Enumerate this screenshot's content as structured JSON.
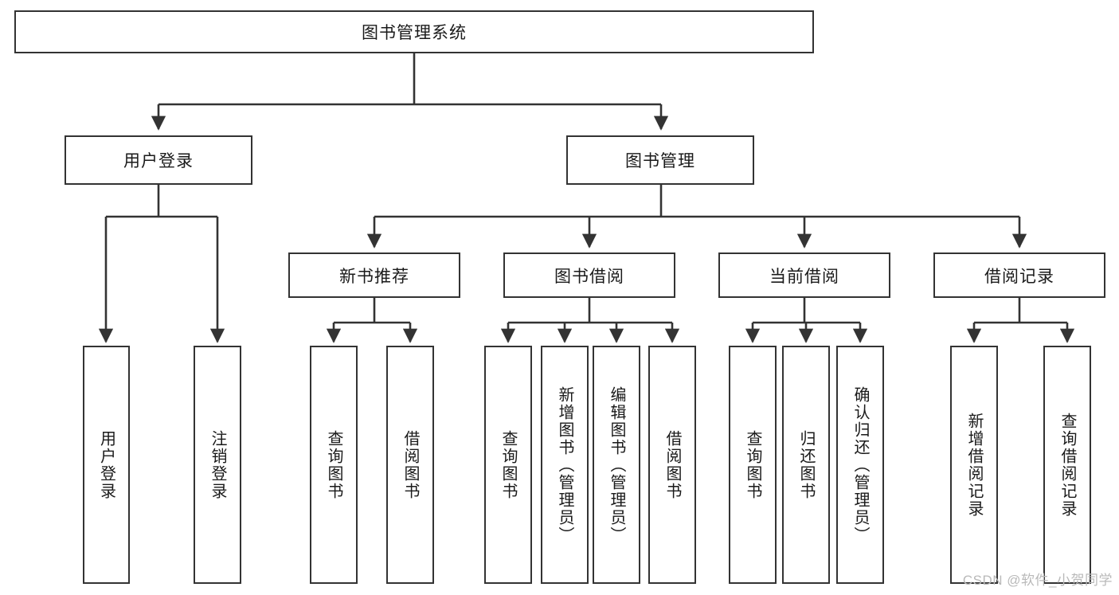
{
  "diagram": {
    "title": "图书管理系统",
    "type": "tree-hierarchy-diagram",
    "watermark": "CSDN @软件_小贺同学",
    "colors": {
      "box_border": "#333333",
      "box_fill": "#ffffff",
      "edge": "#333333",
      "text": "#1a1a1a",
      "watermark": "#b9b9b9"
    },
    "nodes": {
      "root": {
        "label": "图书管理系统",
        "orientation": "horizontal"
      },
      "level2": [
        {
          "id": "user-login",
          "label": "用户登录",
          "orientation": "horizontal"
        },
        {
          "id": "book-management",
          "label": "图书管理",
          "orientation": "horizontal"
        }
      ],
      "level3": [
        {
          "id": "new-book-recommend",
          "label": "新书推荐",
          "orientation": "horizontal"
        },
        {
          "id": "book-borrow",
          "label": "图书借阅",
          "orientation": "horizontal"
        },
        {
          "id": "current-borrow",
          "label": "当前借阅",
          "orientation": "horizontal"
        },
        {
          "id": "borrow-record",
          "label": "借阅记录",
          "orientation": "horizontal"
        }
      ],
      "leaves": [
        {
          "id": "leaf-user-login",
          "label": "用户登录",
          "parent": "user-login",
          "orientation": "vertical"
        },
        {
          "id": "leaf-logout-login",
          "label": "注销登录",
          "parent": "user-login",
          "orientation": "vertical"
        },
        {
          "id": "leaf-query-book-1",
          "label": "查询图书",
          "parent": "new-book-recommend",
          "orientation": "vertical"
        },
        {
          "id": "leaf-borrow-book-1",
          "label": "借阅图书",
          "parent": "new-book-recommend",
          "orientation": "vertical"
        },
        {
          "id": "leaf-query-book-2",
          "label": "查询图书",
          "parent": "book-borrow",
          "orientation": "vertical"
        },
        {
          "id": "leaf-add-book",
          "label": "新增图书（管理员）",
          "parent": "book-borrow",
          "orientation": "vertical"
        },
        {
          "id": "leaf-edit-book",
          "label": "编辑图书（管理员）",
          "parent": "book-borrow",
          "orientation": "vertical"
        },
        {
          "id": "leaf-borrow-book-2",
          "label": "借阅图书",
          "parent": "book-borrow",
          "orientation": "vertical"
        },
        {
          "id": "leaf-query-book-3",
          "label": "查询图书",
          "parent": "current-borrow",
          "orientation": "vertical"
        },
        {
          "id": "leaf-return-book",
          "label": "归还图书",
          "parent": "current-borrow",
          "orientation": "vertical"
        },
        {
          "id": "leaf-confirm-return",
          "label": "确认归还（管理员）",
          "parent": "current-borrow",
          "orientation": "vertical"
        },
        {
          "id": "leaf-add-borrow-record",
          "label": "新增借阅记录",
          "parent": "borrow-record",
          "orientation": "vertical"
        },
        {
          "id": "leaf-query-borrow-record",
          "label": "查询借阅记录",
          "parent": "borrow-record",
          "orientation": "vertical"
        }
      ]
    }
  }
}
